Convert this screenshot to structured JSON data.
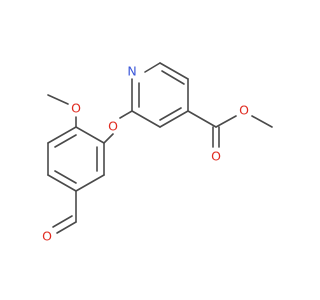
{
  "molecule": {
    "atoms": {
      "pyridine_n": "N",
      "ether_o": "O",
      "methoxy_o": "O",
      "ester_carbonyl_o": "O",
      "ester_o": "O",
      "aldehyde_o": "O"
    },
    "colors": {
      "bond": "#4a4a4a",
      "nitrogen": "#3b57d9",
      "oxygen": "#e02a1f",
      "background": "#ffffff"
    }
  }
}
